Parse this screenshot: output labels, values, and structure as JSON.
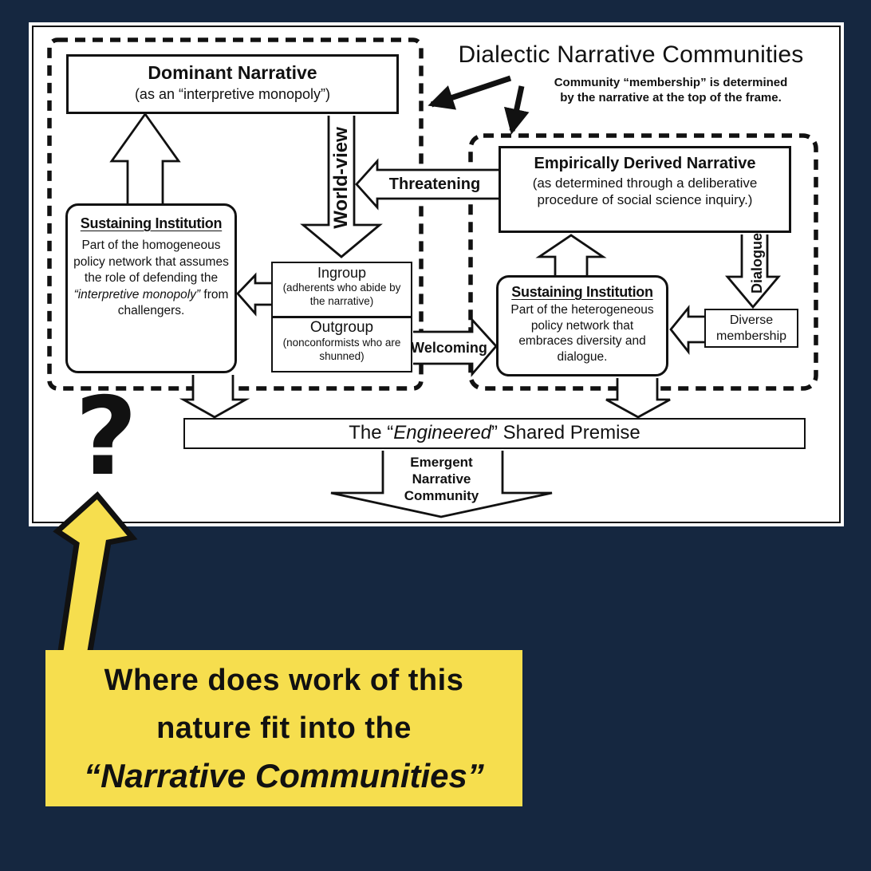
{
  "colors": {
    "background": "#152740",
    "panel": "#ffffff",
    "ink": "#111111",
    "highlight": "#f6de4e"
  },
  "panel": {
    "title": "Dialectic Narrative Communities",
    "caption_line1": "Community “membership” is determined",
    "caption_line2": "by the narrative at the top of the frame."
  },
  "dominant_community": {
    "narrative_title": "Dominant Narrative",
    "narrative_subtitle": "(as an “interpretive monopoly”)",
    "sustaining_institution": {
      "heading": "Sustaining Institution",
      "body_before": "Part of the homogeneous policy network that assumes the role of defending the",
      "body_italic": "“interpretive monopoly”",
      "body_after": "from challengers."
    },
    "ingroup": {
      "label": "Ingroup",
      "sub": "(adherents who abide by the narrative)"
    },
    "outgroup": {
      "label": "Outgroup",
      "sub": "(nonconformists who are shunned)"
    }
  },
  "dialectic_community": {
    "narrative_title": "Empirically Derived Narrative",
    "narrative_subtitle": "(as determined through a deliberative procedure of social science inquiry.)",
    "sustaining_institution": {
      "heading": "Sustaining Institution",
      "body": "Part of the heterogeneous policy network that embraces diversity and dialogue."
    },
    "diverse_membership": "Diverse membership"
  },
  "arrow_labels": {
    "world_view": "World-view",
    "threatening": "Threatening",
    "welcoming": "Welcoming",
    "dialogue": "Dialogue"
  },
  "premise": {
    "prefix": "The “",
    "italic": "Engineered",
    "suffix": "” Shared Premise"
  },
  "emergent": {
    "line1": "Emergent",
    "line2": "Narrative",
    "line3": "Community"
  },
  "question_mark": "?",
  "callout": {
    "line1": "Where does work of this",
    "line2": "nature fit into the",
    "line3": "“Narrative Communities”"
  }
}
